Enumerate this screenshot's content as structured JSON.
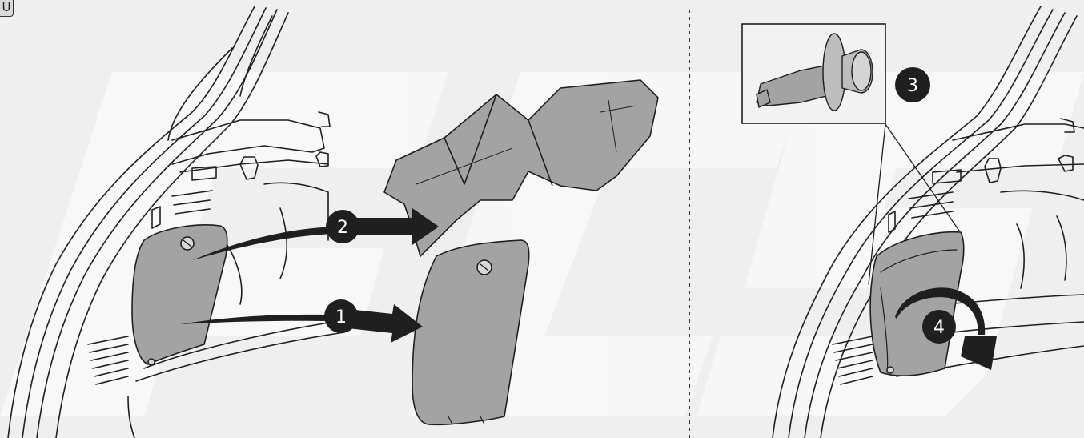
{
  "corner_tag": "U",
  "steps": [
    {
      "id": "step-1",
      "label": "1"
    },
    {
      "id": "step-2",
      "label": "2"
    },
    {
      "id": "step-3",
      "label": "3"
    },
    {
      "id": "step-4",
      "label": "4"
    }
  ],
  "colors": {
    "background": "#efefef",
    "line": "#1f1f1f",
    "panel_fill": "#a3a3a3",
    "panel_fill_light": "#bdbdbd",
    "badge_fill": "#1f1f1f",
    "arrow_fill": "#1f1f1f",
    "divider": "#333333",
    "watermark": "#ffffff"
  }
}
